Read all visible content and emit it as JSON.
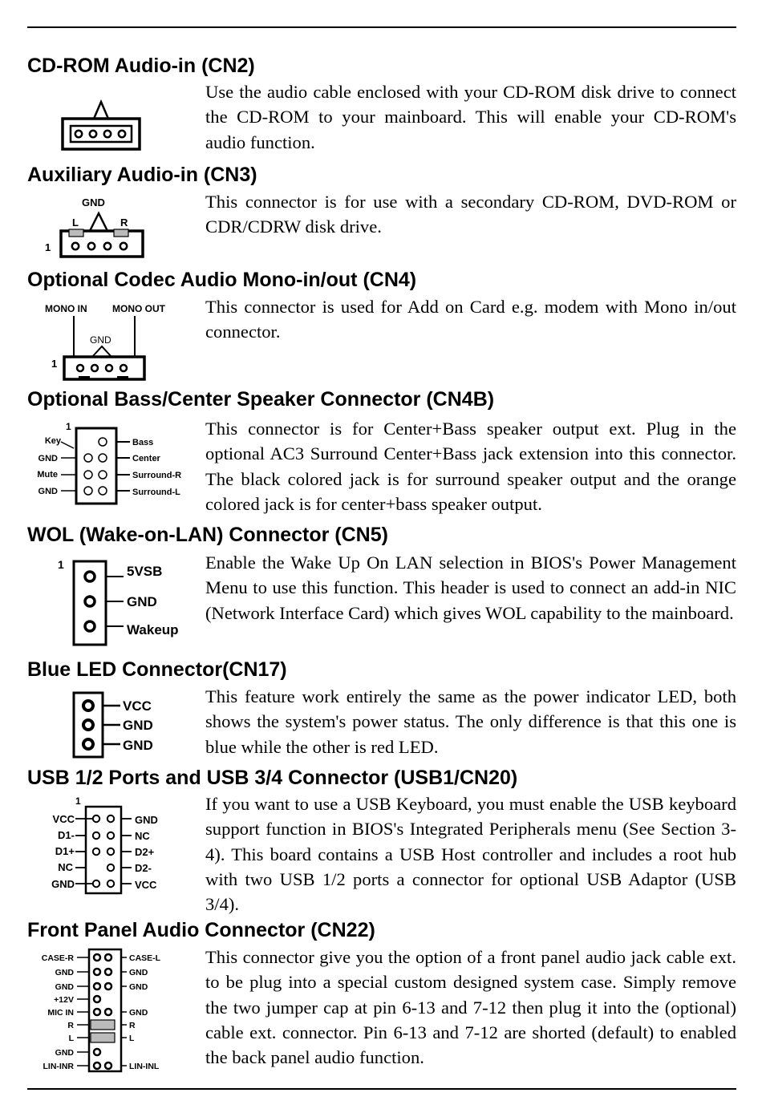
{
  "sections": [
    {
      "heading": "CD-ROM Audio-in (CN2)",
      "body": "Use the audio cable enclosed with your CD-ROM disk drive to connect the CD-ROM to your mainboard.  This will enable your CD-ROM's audio function.",
      "diagram": {}
    },
    {
      "heading": "Auxiliary Audio-in  (CN3)",
      "body": "This connector is for use with a secondary CD-ROM, DVD-ROM or CDR/CDRW disk drive.",
      "diagram": {
        "gnd": "GND",
        "left": "L",
        "right": "R",
        "pin1": "1"
      }
    },
    {
      "heading": "Optional Codec Audio Mono-in/out (CN4)",
      "body": "This connector is used for Add on Card e.g. modem with Mono in/out connector.",
      "diagram": {
        "mono_in": "MONO  IN",
        "mono_out": "MONO OUT",
        "gnd": "GND",
        "pin1": "1"
      }
    },
    {
      "heading": "Optional Bass/Center Speaker Connector (CN4B)",
      "body": "This connector is for Center+Bass speaker output ext. Plug in the optional AC3 Surround Center+Bass jack extension into this connector. The black colored jack is for surround speaker output and the orange colored jack is for center+bass speaker output.",
      "diagram": {
        "pin1": "1",
        "left_labels": [
          "Key",
          "GND",
          "Mute",
          "GND"
        ],
        "right_labels": [
          "Bass",
          "Center",
          "Surround-R",
          "Surround-L"
        ]
      }
    },
    {
      "heading": "WOL (Wake-on-LAN) Connector (CN5)",
      "body": "Enable the Wake Up On LAN selection in BIOS's Power Management Menu  to use this function. This header is used to connect an add-in NIC (Network Interface Card) which gives WOL capability to the mainboard.",
      "diagram": {
        "pin1": "1",
        "labels": [
          "5VSB",
          "GND",
          "Wakeup"
        ]
      }
    },
    {
      "heading": "Blue LED Connector(CN17)",
      "body": "This feature work entirely the same as the power indicator LED, both shows the system's power status. The only difference is  that this  one is blue while the other is red LED.",
      "diagram": {
        "labels": [
          "VCC",
          "GND",
          "GND"
        ]
      }
    },
    {
      "heading": "USB 1/2 Ports and USB 3/4 Connector (USB1/CN20)",
      "body": "If you want to use a USB Keyboard, you must enable the USB keyboard support function in BIOS's Integrated Peripherals menu (See Section 3-4). This board contains a USB Host controller and includes a root hub with two USB 1/2 ports a connector for optional USB Adaptor (USB 3/4).",
      "diagram": {
        "pin1": "1",
        "left_labels": [
          "VCC",
          "D1-",
          "D1+",
          "NC",
          "GND"
        ],
        "right_labels": [
          "GND",
          "NC",
          "D2+",
          "D2-",
          "VCC"
        ]
      }
    },
    {
      "heading": "Front Panel Audio Connector (CN22)",
      "body": "This connector give you the option of a front panel audio jack cable ext. to be plug into a special custom designed system case. Simply remove the two jumper cap at pin 6-13 and 7-12 then plug it into the (optional) cable ext. connector. Pin 6-13 and 7-12 are shorted (default) to enabled the back panel audio function.",
      "diagram": {
        "left_labels": [
          "CASE-R",
          "GND",
          "GND",
          "+12V",
          "MIC IN",
          "R",
          "L",
          "GND",
          "LIN-INR"
        ],
        "right_labels": [
          "CASE-L",
          "GND",
          "GND",
          "",
          "GND",
          "R",
          "L",
          "",
          "LIN-INL"
        ]
      }
    }
  ]
}
